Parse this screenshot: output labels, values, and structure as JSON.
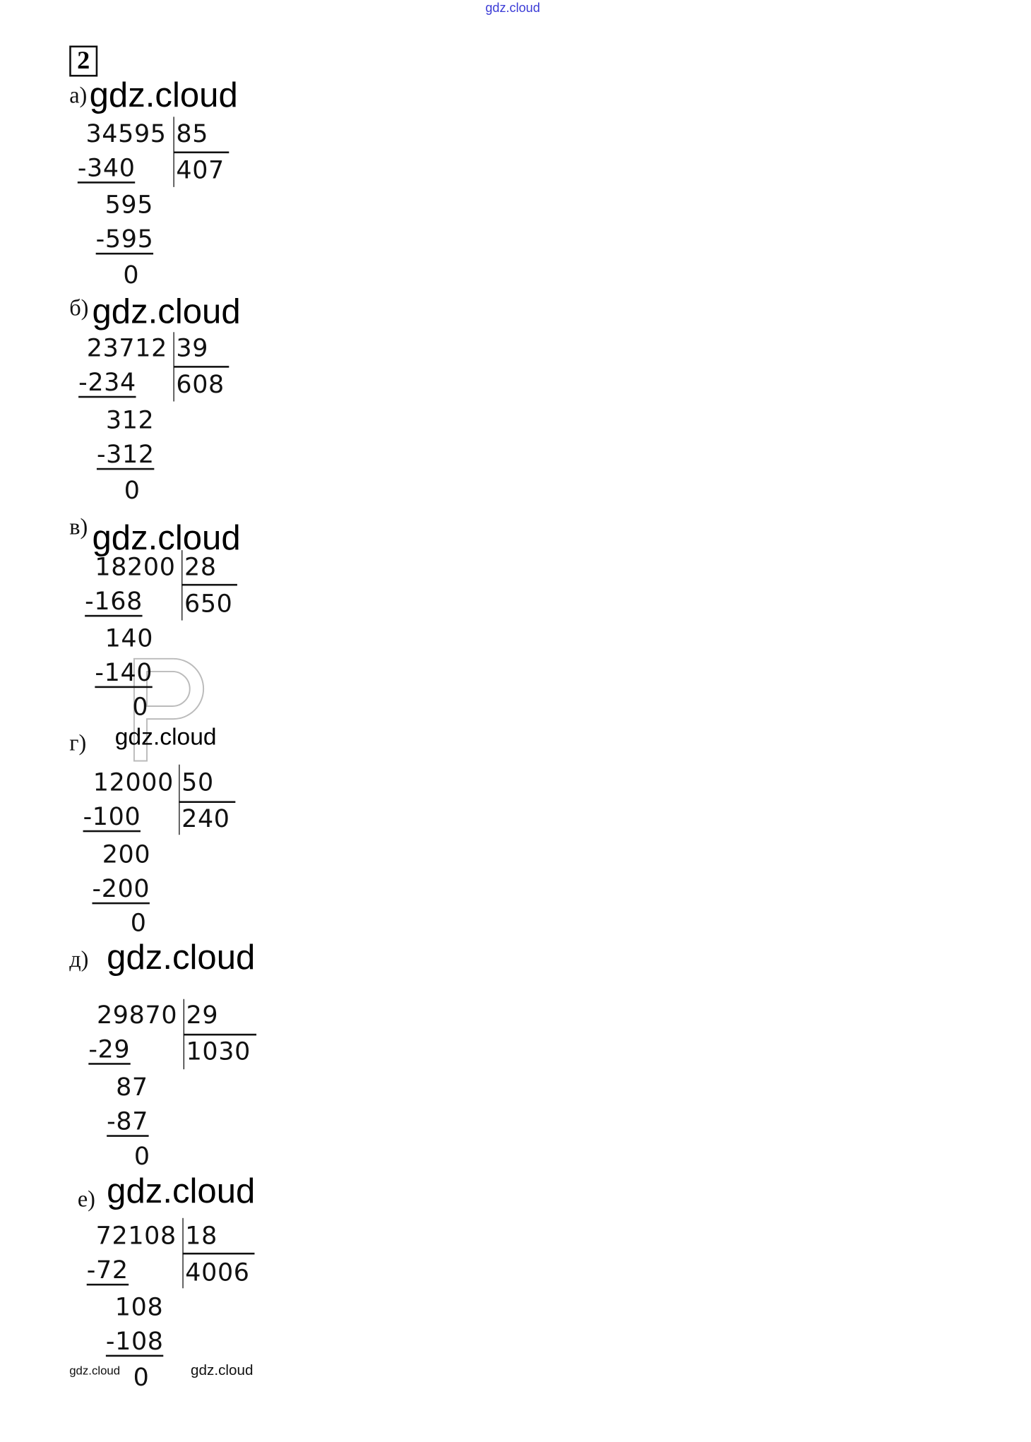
{
  "watermark_top": "gdz.cloud",
  "task_number": "2",
  "watermark": "gdz.cloud",
  "footer": {
    "left": "gdz.cloud",
    "right": "gdz.cloud"
  },
  "problems": [
    {
      "label": "а)",
      "dividend": "34595",
      "divisor": "85",
      "quotient": "407",
      "steps": [
        "-340",
        "595",
        "-595",
        "0"
      ]
    },
    {
      "label": "б)",
      "dividend": "23712",
      "divisor": "39",
      "quotient": "608",
      "steps": [
        "-234",
        "312",
        "-312",
        "0"
      ]
    },
    {
      "label": "в)",
      "dividend": "18200",
      "divisor": "28",
      "quotient": "650",
      "steps": [
        "-168",
        "140",
        "-140",
        "0"
      ]
    },
    {
      "label": "г)",
      "dividend": "12000",
      "divisor": "50",
      "quotient": "240",
      "steps": [
        "-100",
        "200",
        "-200",
        "0"
      ]
    },
    {
      "label": "д)",
      "dividend": "29870",
      "divisor": "29",
      "quotient": "1030",
      "steps": [
        "-29",
        "87",
        "-87",
        "0"
      ]
    },
    {
      "label": "е)",
      "dividend": "72108",
      "divisor": "18",
      "quotient": "4006",
      "steps": [
        "-72",
        "108",
        "-108",
        "0"
      ]
    }
  ]
}
